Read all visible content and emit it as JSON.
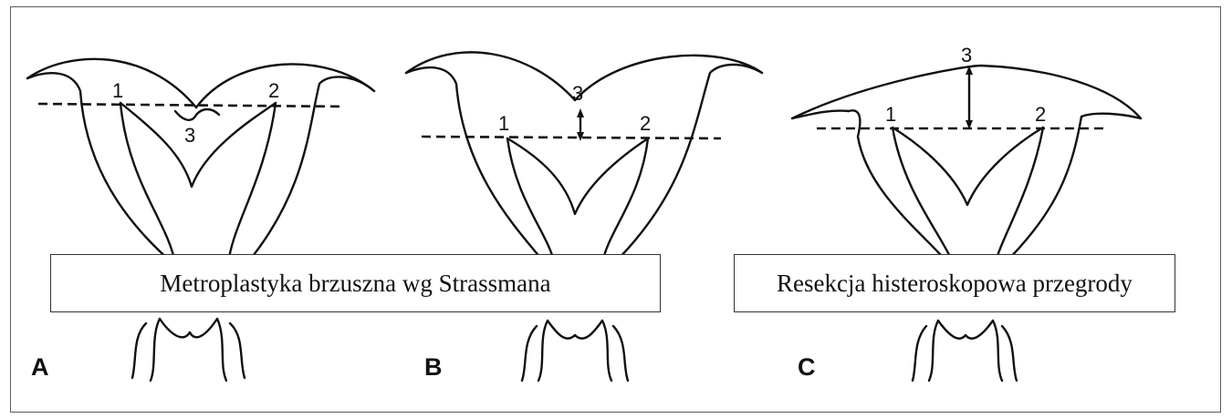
{
  "panels": [
    {
      "letter": "A",
      "points": {
        "p1": "1",
        "p2": "2",
        "p3": "3"
      }
    },
    {
      "letter": "B",
      "points": {
        "p1": "1",
        "p2": "2",
        "p3": "3"
      }
    },
    {
      "letter": "C",
      "points": {
        "p1": "1",
        "p2": "2",
        "p3": "3"
      }
    }
  ],
  "captions": {
    "abdominal": "Metroplastyka brzuszna wg Strassmana",
    "hysteroscopic": "Resekcja histeroskopowa przegrody"
  },
  "colors": {
    "line": "#111111",
    "frame": "#5a5a5a",
    "background": "#ffffff"
  }
}
